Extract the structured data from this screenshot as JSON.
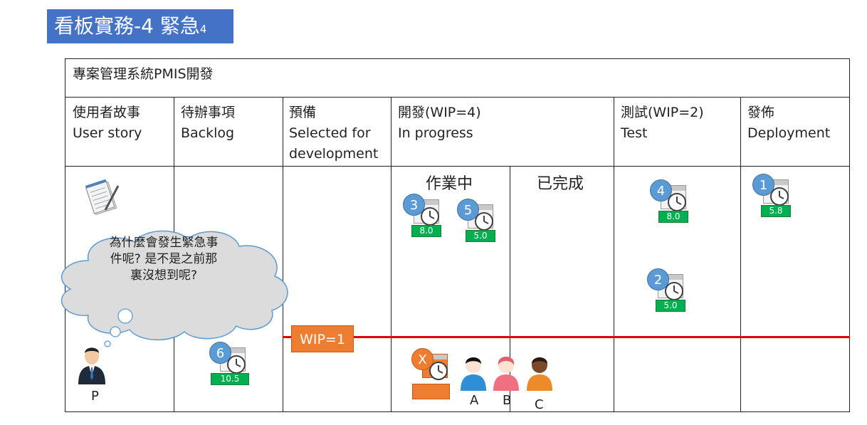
{
  "title": {
    "main": "看板實務-4 緊急",
    "sub": "4"
  },
  "project": "專案管理系統PMIS開發",
  "columns": [
    {
      "zh": "使用者故事",
      "en": "User story"
    },
    {
      "zh": "待辦事項",
      "en": "Backlog"
    },
    {
      "zh": "預備",
      "en": "Selected for",
      "en2": "development"
    },
    {
      "zh": "開發(WIP=4)",
      "en": "In progress"
    },
    {
      "zh": "測試(WIP=2)",
      "en": "Test"
    },
    {
      "zh": "發佈",
      "en": "Deployment"
    }
  ],
  "dev_sub": {
    "doing": "作業中",
    "done": "已完成"
  },
  "wip_label": "WIP=1",
  "cards": [
    {
      "id": "3",
      "estimate": "8.0"
    },
    {
      "id": "5",
      "estimate": "5.0"
    },
    {
      "id": "4",
      "estimate": "8.0"
    },
    {
      "id": "2",
      "estimate": "5.0"
    },
    {
      "id": "1",
      "estimate": "5.8"
    },
    {
      "id": "6",
      "estimate": "10.5"
    },
    {
      "id": "X",
      "estimate": ""
    }
  ],
  "thought": {
    "line1": "為什麼會發生緊急事",
    "line2": "件呢? 是不是之前那",
    "line3": "裏沒想到呢?"
  },
  "people": {
    "p": "P",
    "a": "A",
    "b": "B",
    "c": "C"
  },
  "colors": {
    "title_bg": "#4472c4",
    "card_badge": "#5b9bd5",
    "estimate": "#00b050",
    "urgent": "#ed7d31",
    "wip_line": "#e00000"
  }
}
